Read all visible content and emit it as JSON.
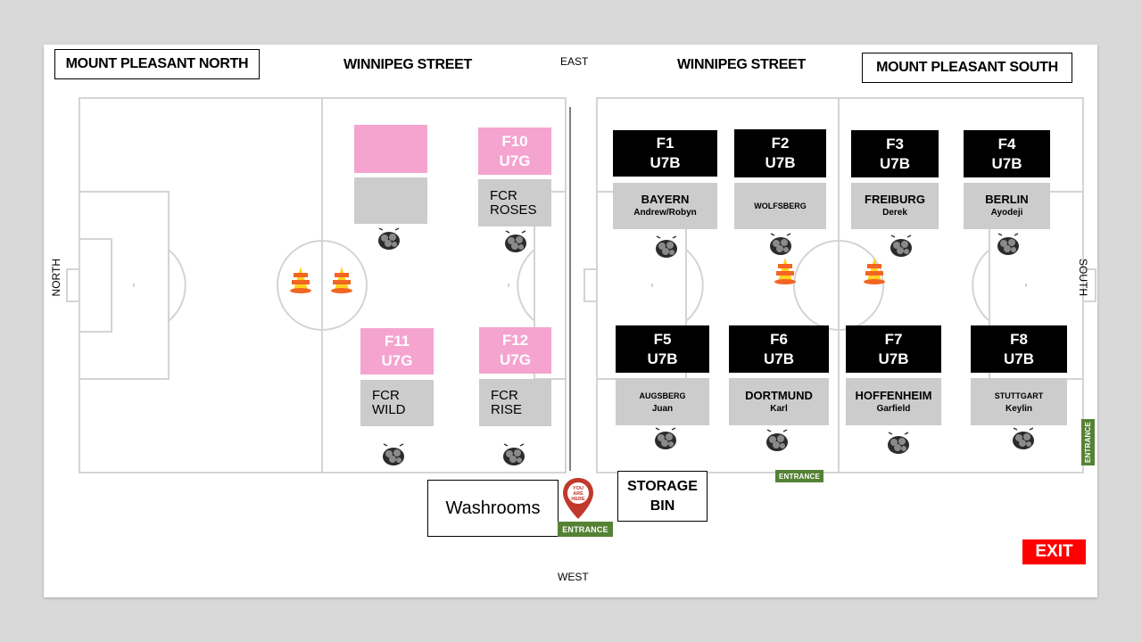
{
  "map": {
    "north_field_title": "MOUNT PLEASANT NORTH",
    "south_field_title": "MOUNT PLEASANT SOUTH",
    "street_left": "WINNIPEG STREET",
    "street_right": "WINNIPEG STREET",
    "compass": {
      "east": "EAST",
      "west": "WEST",
      "north": "NORTH",
      "south": "SOUTH"
    }
  },
  "north_field": {
    "fields": [
      {
        "id": "blank",
        "header_line1": "",
        "header_line2": "",
        "team": "",
        "coach": ""
      },
      {
        "id": "f10",
        "header_line1": "F10",
        "header_line2": "U7G",
        "team_line1": "FCR",
        "team_line2": "ROSES"
      },
      {
        "id": "f11",
        "header_line1": "F11",
        "header_line2": "U7G",
        "team_line1": "FCR",
        "team_line2": "WILD"
      },
      {
        "id": "f12",
        "header_line1": "F12",
        "header_line2": "U7G",
        "team_line1": "FCR",
        "team_line2": "RISE"
      }
    ]
  },
  "south_field": {
    "fields": [
      {
        "id": "f1",
        "header_line1": "F1",
        "header_line2": "U7B",
        "team": "BAYERN",
        "coach": "Andrew/Robyn"
      },
      {
        "id": "f2",
        "header_line1": "F2",
        "header_line2": "U7B",
        "team": "WOLFSBERG",
        "coach": ""
      },
      {
        "id": "f3",
        "header_line1": "F3",
        "header_line2": "U7B",
        "team": "FREIBURG",
        "coach": "Derek"
      },
      {
        "id": "f4",
        "header_line1": "F4",
        "header_line2": "U7B",
        "team": "BERLIN",
        "coach": "Ayodeji"
      },
      {
        "id": "f5",
        "header_line1": "F5",
        "header_line2": "U7B",
        "team": "AUGSBERG",
        "coach": "Juan"
      },
      {
        "id": "f6",
        "header_line1": "F6",
        "header_line2": "U7B",
        "team": "DORTMUND",
        "coach": "Karl"
      },
      {
        "id": "f7",
        "header_line1": "F7",
        "header_line2": "U7B",
        "team": "HOFFENHEIM",
        "coach": "Garfield"
      },
      {
        "id": "f8",
        "header_line1": "F8",
        "header_line2": "U7B",
        "team": "STUTTGART",
        "coach": "Keylin"
      }
    ]
  },
  "facilities": {
    "washrooms": "Washrooms",
    "storage_line1": "STORAGE",
    "storage_line2": "BIN",
    "you_are_here_line1": "YOU",
    "you_are_here_line2": "ARE",
    "you_are_here_line3": "HERE",
    "entrance_main": "ENTRANCE",
    "entrance_south": "ENTRANCE",
    "entrance_side": "ENTRANCE",
    "exit": "EXIT"
  },
  "colors": {
    "pink": "#f4a4cf",
    "black": "#000000",
    "grey_box": "#cccccc",
    "entrance_green": "#548235",
    "exit_red": "#ff0000",
    "pin_red": "#c0392b",
    "cone_orange": "#f26522",
    "cone_yellow": "#ffd21f"
  }
}
